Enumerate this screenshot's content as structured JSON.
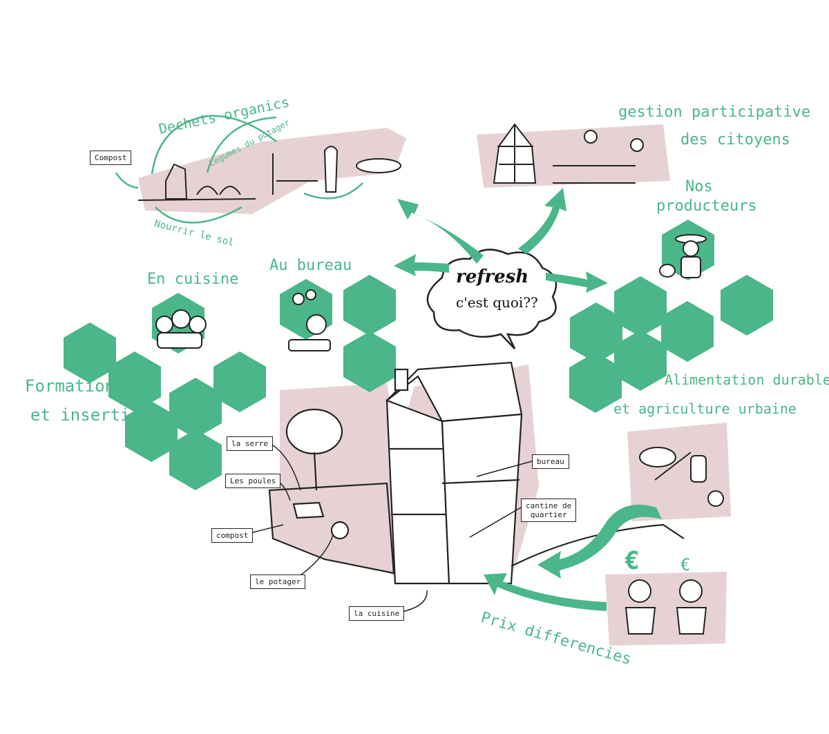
{
  "center": {
    "line1": "refresh",
    "line2": "c'est quoi??"
  },
  "labels": {
    "dechets": "Dechets organics",
    "legumes": "Legumes du potager",
    "nourrir": "Nourrir le sol",
    "gestion_1": "gestion participative",
    "gestion_2": "des citoyens",
    "producteurs_1": "Nos",
    "producteurs_2": "producteurs",
    "en_cuisine": "En cuisine",
    "au_bureau": "Au bureau",
    "formation_1": "Formation",
    "formation_2": "et insertion",
    "alimentation_1": "Alimentation durable",
    "alimentation_2": "et agriculture urbaine",
    "prix": "Prix differencies"
  },
  "boxes": {
    "compost_top": "Compost",
    "la_serre": "la serre",
    "les_poules": "Les poules",
    "compost": "compost",
    "le_potager": "le potager",
    "la_cuisine": "la cuisine",
    "bureau": "bureau",
    "cantine_1": "cantine de",
    "cantine_2": "quartier"
  },
  "currency": {
    "big": "€",
    "small": "€"
  },
  "colors": {
    "green": "#4ab68a",
    "pink": "#e6d2d4",
    "ink": "#222222"
  }
}
